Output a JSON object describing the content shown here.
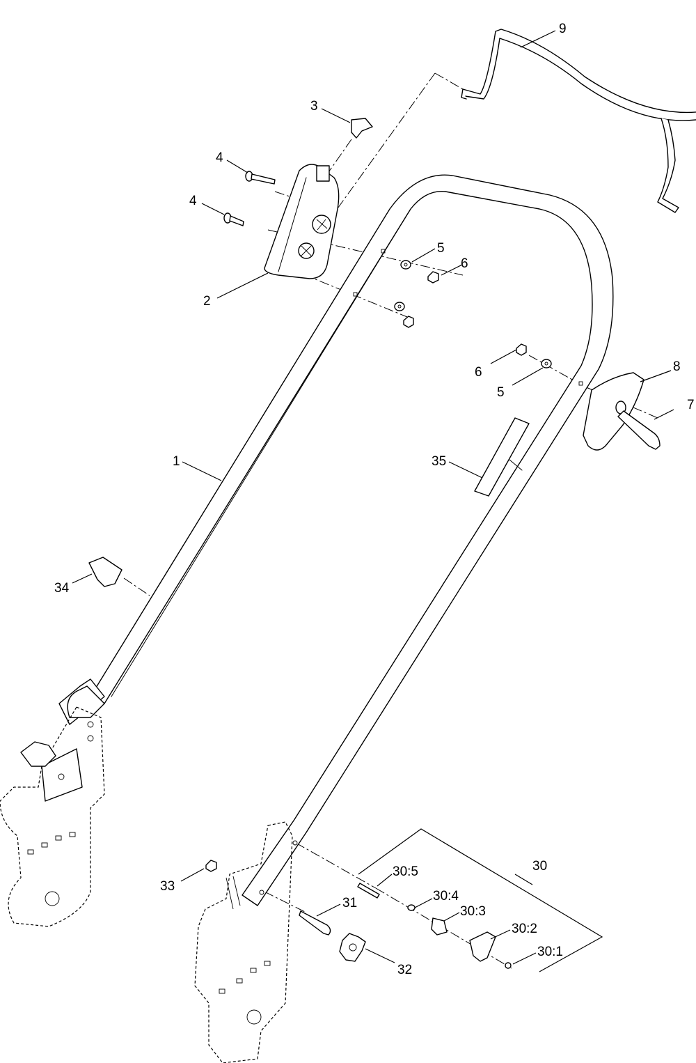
{
  "callouts": [
    {
      "id": "c1",
      "text": "1"
    },
    {
      "id": "c2",
      "text": "2"
    },
    {
      "id": "c3",
      "text": "3"
    },
    {
      "id": "c4a",
      "text": "4"
    },
    {
      "id": "c4b",
      "text": "4"
    },
    {
      "id": "c5a",
      "text": "5"
    },
    {
      "id": "c6a",
      "text": "6"
    },
    {
      "id": "c6b",
      "text": "6"
    },
    {
      "id": "c5b",
      "text": "5"
    },
    {
      "id": "c7",
      "text": "7"
    },
    {
      "id": "c8",
      "text": "8"
    },
    {
      "id": "c9",
      "text": "9"
    },
    {
      "id": "c35",
      "text": "35"
    },
    {
      "id": "c34",
      "text": "34"
    },
    {
      "id": "c30",
      "text": "30"
    },
    {
      "id": "c30_5",
      "text": "30:5"
    },
    {
      "id": "c30_4",
      "text": "30:4"
    },
    {
      "id": "c30_3",
      "text": "30:3"
    },
    {
      "id": "c30_2",
      "text": "30:2"
    },
    {
      "id": "c30_1",
      "text": "30:1"
    },
    {
      "id": "c31",
      "text": "31"
    },
    {
      "id": "c32",
      "text": "32"
    },
    {
      "id": "c33",
      "text": "33"
    }
  ],
  "colors": {
    "line": "#000000",
    "background": "#ffffff"
  }
}
